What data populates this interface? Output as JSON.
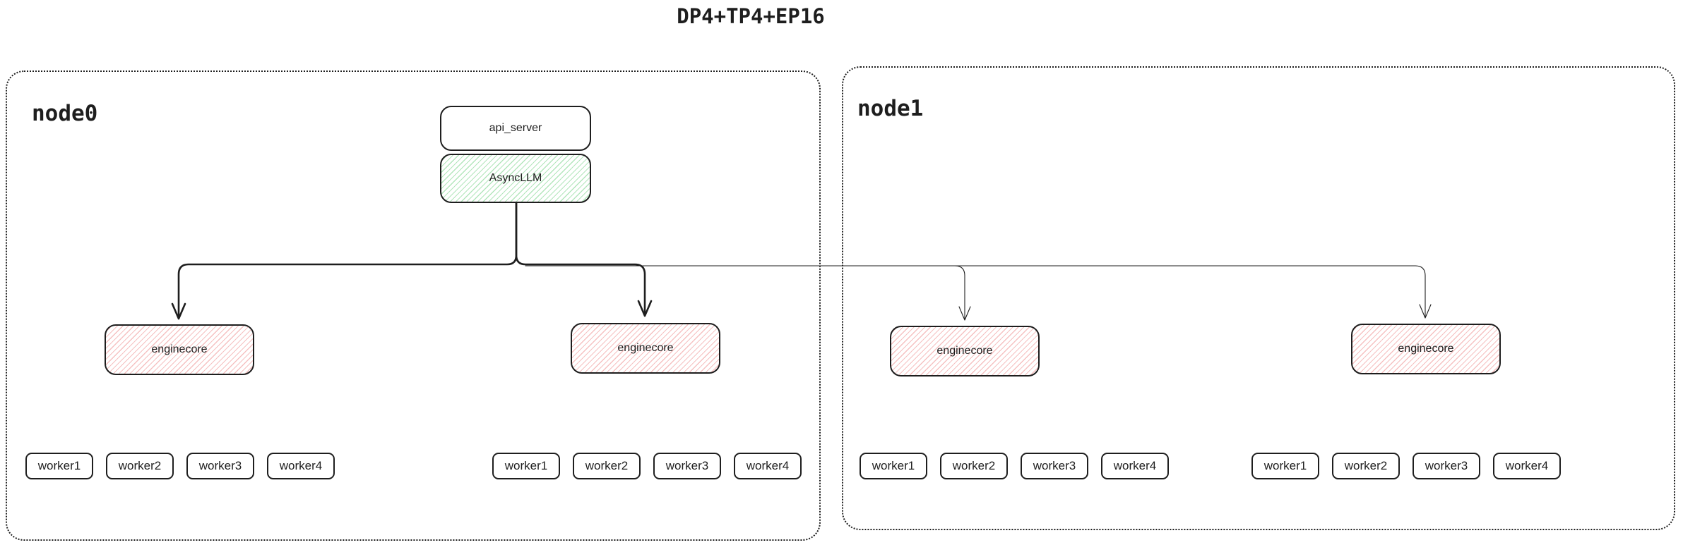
{
  "title": "DP4+TP4+EP16",
  "colors": {
    "stroke": "#1e1e1e",
    "green_hatch": "#40c057",
    "red_hatch": "#e03131"
  },
  "node0": {
    "label": "node0",
    "api_server": {
      "label": "api_server"
    },
    "async_llm": {
      "label": "AsyncLLM"
    },
    "enginecores": [
      {
        "label": "enginecore"
      },
      {
        "label": "enginecore"
      }
    ],
    "worker_groups": [
      {
        "workers": [
          "worker1",
          "worker2",
          "worker3",
          "worker4"
        ]
      },
      {
        "workers": [
          "worker1",
          "worker2",
          "worker3",
          "worker4"
        ]
      }
    ]
  },
  "node1": {
    "label": "node1",
    "enginecores": [
      {
        "label": "enginecore"
      },
      {
        "label": "enginecore"
      }
    ],
    "worker_groups": [
      {
        "workers": [
          "worker1",
          "worker2",
          "worker3",
          "worker4"
        ]
      },
      {
        "workers": [
          "worker1",
          "worker2",
          "worker3",
          "worker4"
        ]
      }
    ]
  }
}
